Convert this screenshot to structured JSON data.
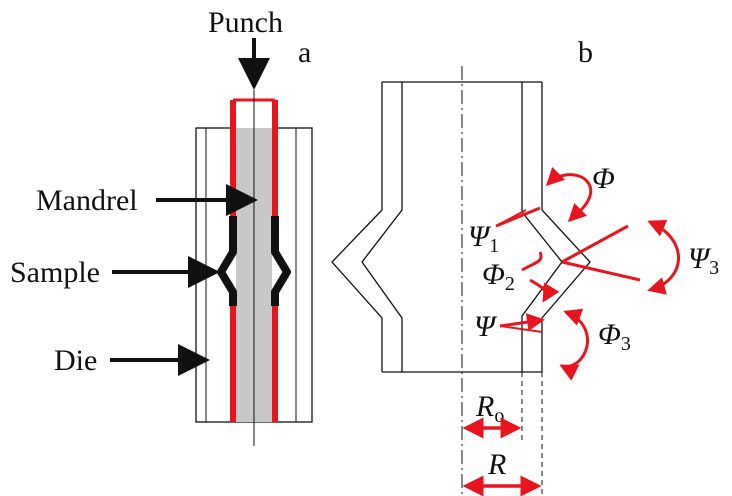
{
  "panels": {
    "a": {
      "label": "a"
    },
    "b": {
      "label": "b"
    }
  },
  "labels": {
    "punch": "Punch",
    "mandrel": "Mandrel",
    "sample": "Sample",
    "die": "Die"
  },
  "angles": {
    "phi": "Φ",
    "psi1": "Ψ",
    "psi1_sub": "1",
    "phi2": "Φ",
    "phi2_sub": "2",
    "psi3": "Ψ",
    "psi3_sub": "3",
    "psi": "Ψ",
    "phi3": "Φ",
    "phi3_sub": "3"
  },
  "dimensions": {
    "r0": "R",
    "r0_sub": "o",
    "r": "R"
  },
  "colors": {
    "red": "#e8141e",
    "gray": "#c8c8c8",
    "black": "#111111"
  }
}
